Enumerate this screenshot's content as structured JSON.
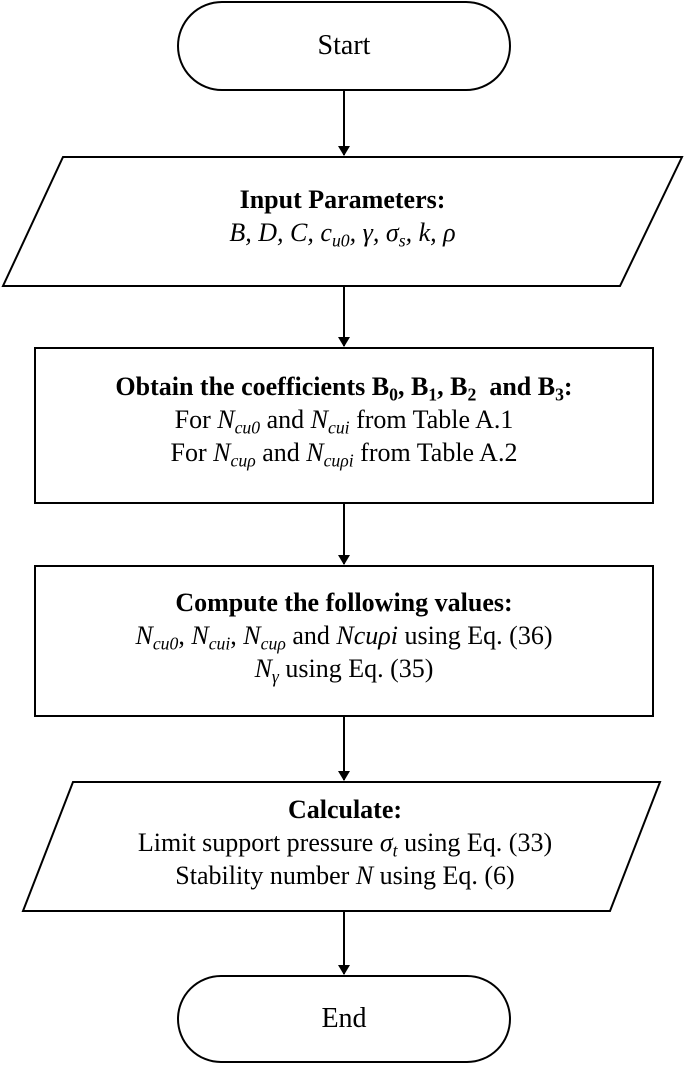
{
  "start": {
    "label": "Start"
  },
  "input": {
    "heading": "Input Parameters:",
    "params": {
      "B": "B",
      "D": "D",
      "C": "C",
      "cu0_base": "c",
      "cu0_sub": "u0",
      "gamma": "γ",
      "sigma_s_base": "σ",
      "sigma_s_sub": "s",
      "k": "k",
      "rho": "ρ",
      "sep": ", "
    }
  },
  "coefficients": {
    "heading_prefix": "Obtain the coefficients ",
    "B0_base": "B",
    "B0_sub": "0",
    "B1_base": "B",
    "B1_sub": "1",
    "B2_base": "B",
    "B2_sub": "2",
    "B3_base": "B",
    "B3_sub": "3",
    "sep": ", ",
    "and": "and",
    "colon": ":",
    "line2_prefix": "For ",
    "Ncu0_base": "N",
    "Ncu0_sub": "cu0",
    "Ncui_base": "N",
    "Ncui_sub": "cui",
    "line2_mid": " and ",
    "line2_suffix": " from Table A.1",
    "line3_prefix": "For ",
    "Ncup_base": "N",
    "Ncup_sub": "cuρ",
    "Ncupi_base": "N",
    "Ncupi_sub": "cuρi",
    "line3_mid": " and ",
    "line3_suffix": " from Table A.2"
  },
  "compute": {
    "heading": "Compute the following values:",
    "Ncu0_base": "N",
    "Ncu0_sub": "cu0",
    "Ncui_base": "N",
    "Ncui_sub": "cui",
    "Ncup_base": "N",
    "Ncup_sub": "cuρ",
    "sep": ", ",
    "and": " and ",
    "Ncupi": "Ncuρi",
    "line2_suffix": " using Eq. (36)",
    "Ngamma_base": "N",
    "Ngamma_sub": "γ",
    "line3_suffix": " using Eq. (35)"
  },
  "calculate": {
    "heading": "Calculate:",
    "line2_prefix": "Limit support pressure ",
    "sigma_t_base": "σ",
    "sigma_t_sub": "t",
    "line2_suffix": " using Eq. (33)",
    "line3_prefix": "Stability number ",
    "N": "N",
    "line3_suffix": " using Eq. (6)"
  },
  "end": {
    "label": "End"
  }
}
